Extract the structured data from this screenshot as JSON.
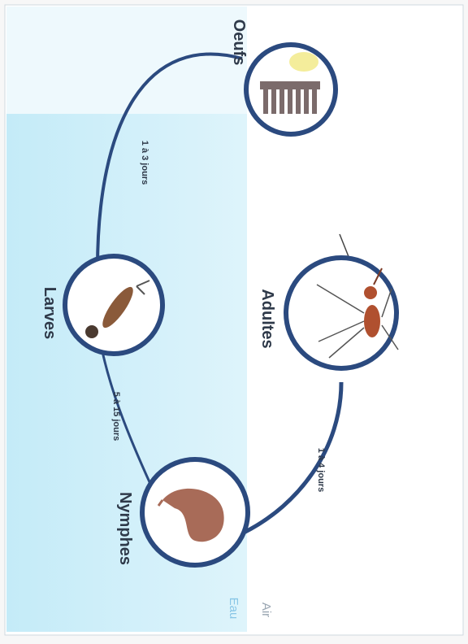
{
  "stages": {
    "eggs": "Oeufs",
    "larvae": "Larves",
    "pupae": "Nymphes",
    "adults": "Adultes"
  },
  "durations": {
    "eggs_to_larvae": "1 à 3 jours",
    "larvae_to_pupae": "5 à 15 jours",
    "pupae_to_adults": "1 à 4 jours"
  },
  "zones": {
    "water": "Eau",
    "air": "Air"
  },
  "colors": {
    "water": "#cdeefa",
    "air": "#ffffff",
    "cycle_line": "#2b4a7f",
    "label": "#2f3a4a"
  }
}
